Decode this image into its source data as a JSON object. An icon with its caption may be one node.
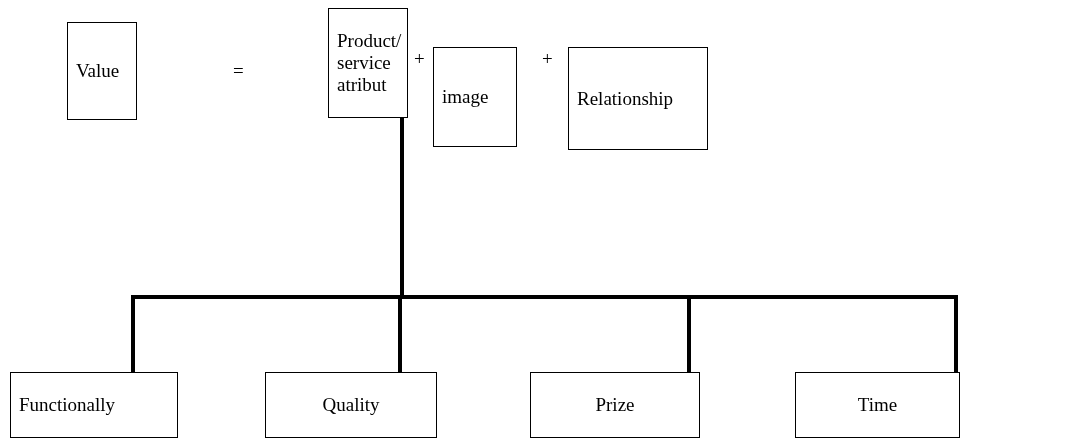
{
  "diagram": {
    "nodes": [
      {
        "text": [
          "Value"
        ]
      },
      {
        "text": [
          "Product/ service atribut"
        ]
      },
      {
        "text": [
          "image"
        ]
      },
      {
        "text": [
          "Relationship"
        ]
      },
      {
        "text": [
          "Functionally"
        ]
      },
      {
        "text": [
          "Quality"
        ]
      },
      {
        "text": [
          "Prize"
        ]
      },
      {
        "text": [
          "Time"
        ]
      }
    ],
    "edges": [
      {
        "from": 1,
        "to": 4,
        "arrow": "none"
      },
      {
        "from": 1,
        "to": 5,
        "arrow": "none"
      },
      {
        "from": 1,
        "to": 6,
        "arrow": "none"
      },
      {
        "from": 1,
        "to": 7,
        "arrow": "none"
      }
    ],
    "labels": [
      "=",
      "+",
      "+"
    ]
  }
}
